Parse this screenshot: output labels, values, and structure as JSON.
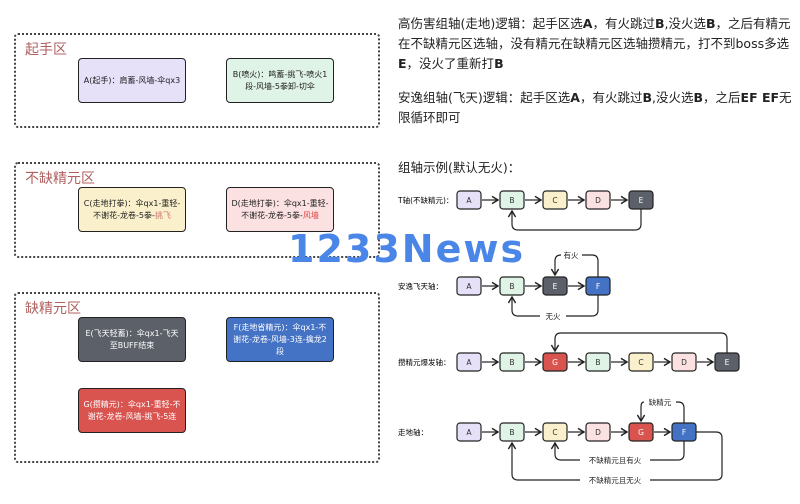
{
  "zones": [
    {
      "label": "起手区"
    },
    {
      "label": "不缺精元区"
    },
    {
      "label": "缺精元区"
    }
  ],
  "cards": {
    "A": {
      "text": "A(起手)：肩蓄-风墙-伞qx3"
    },
    "B": {
      "text": "B(喷火)：鸣蓄-挑飞-喷火1段-风墙-5拳卸-切伞"
    },
    "C": {
      "text": "C(走地打拳)：伞qx1-重轻-不谢花-龙卷-5拳-",
      "accent": "挑飞"
    },
    "D": {
      "text": "D(走地打拳)：伞qx1-重轻-不谢花-龙卷-5拳-",
      "accent": "风墙"
    },
    "E": {
      "text": "E(飞天轻蓄)：伞qx1-飞天至BUFF结束"
    },
    "F": {
      "text": "F(走地省精元)：伞qx1-不谢花-龙卷-风墙-3连-擒龙2段"
    },
    "G": {
      "text": "G(攒精元)：伞qx1-重轻-不谢花-龙卷-风墙-挑飞-5连"
    }
  },
  "colors": {
    "A": "#e6e0f8",
    "B": "#dff3e6",
    "C": "#fbf0cc",
    "D": "#fbe1e1",
    "E": "#5b6069",
    "F": "#4472c4",
    "G": "#d9534f"
  },
  "logic": {
    "high_damage": {
      "p1": "高伤害组轴(走地)逻辑：起手区选",
      "b1": "A",
      "p2": "，有火跳过",
      "b2": "B",
      "p3": ",没火选",
      "b3": "B",
      "p4": "，之后有精元在不缺精元区选轴，没有精元在缺精元区选轴攒精元，打不到boss多选",
      "b4": "E",
      "p5": "，没火了重新打",
      "b5": "B"
    },
    "safe": {
      "p1": "安逸组轴(飞天)逻辑：起手区选",
      "b1": "A",
      "p2": "，有火跳过",
      "b2": "B",
      "p3": ",没火选",
      "b3": "B",
      "p4": "，之后",
      "b4": "EF EF",
      "p5": "无限循环即可"
    },
    "example_title": "组轴示例(默认无火)："
  },
  "rows": [
    {
      "label": "T轴(不缺精元)：",
      "seq": [
        "A",
        "B",
        "C",
        "D",
        "E"
      ]
    },
    {
      "label": "安逸飞天轴：",
      "seq": [
        "A",
        "B",
        "E",
        "F"
      ],
      "notes": [
        "有火",
        "无火"
      ]
    },
    {
      "label": "攒精元爆发轴：",
      "seq": [
        "A",
        "B",
        "G",
        "B",
        "C",
        "D",
        "E"
      ]
    },
    {
      "label": "走地轴：",
      "seq": [
        "A",
        "B",
        "C",
        "D",
        "G",
        "F"
      ],
      "notes": [
        "缺精元",
        "不缺精元且有火",
        "不缺精元且无火"
      ]
    }
  ],
  "watermark": "1233News"
}
